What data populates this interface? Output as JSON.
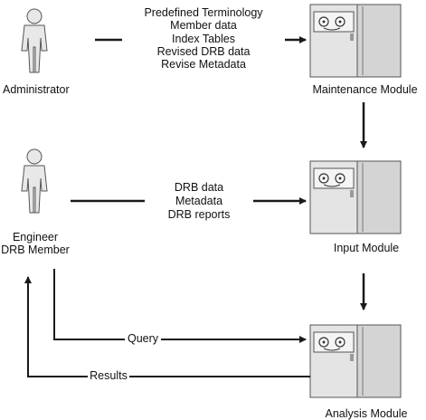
{
  "actors": {
    "administrator": {
      "label": "Administrator"
    },
    "engineer": {
      "line1": "Engineer",
      "line2": "DRB Member"
    }
  },
  "modules": {
    "maintenance": {
      "label": "Maintenance Module"
    },
    "input": {
      "label": "Input Module"
    },
    "analysis": {
      "label": "Analysis Module"
    }
  },
  "flows": {
    "admin_to_maintenance": [
      "Predefined Terminology",
      "Member data",
      "Index Tables",
      "Revised DRB data",
      "Revise Metadata"
    ],
    "engineer_to_input": [
      "DRB data",
      "Metadata",
      "DRB reports"
    ],
    "query_label": "Query",
    "results_label": "Results"
  },
  "colors": {
    "line": "#1a1a1a",
    "machine_fill": "#dcdcdc",
    "machine_stroke": "#555555"
  }
}
